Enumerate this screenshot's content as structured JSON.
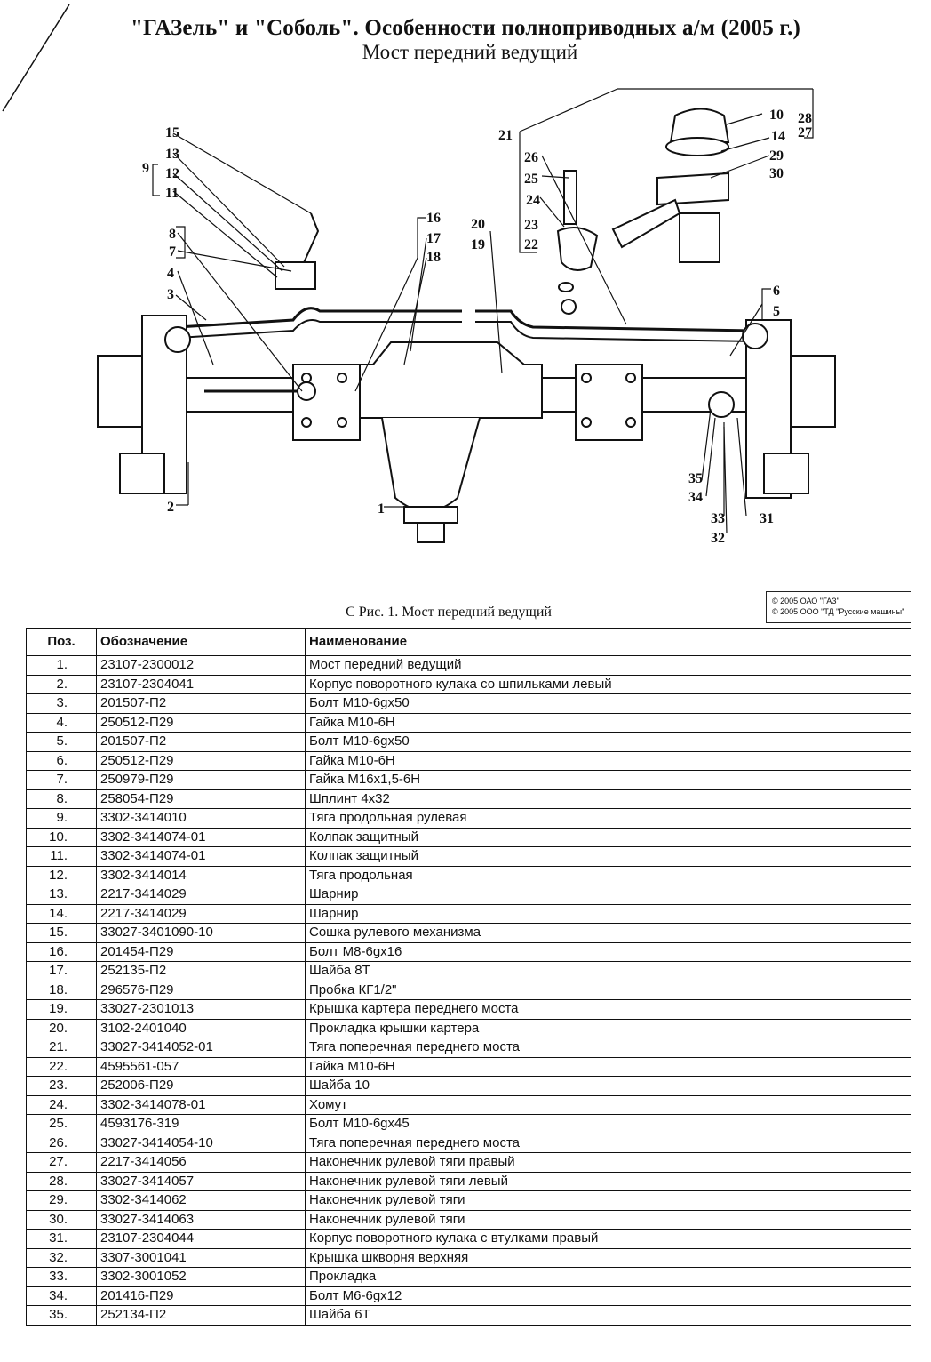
{
  "header": {
    "title": "\"ГАЗель\" и \"Соболь\". Особенности полноприводных а/м (2005 г.)",
    "subtitle": "Мост передний ведущий"
  },
  "diagram": {
    "callouts": [
      "1",
      "2",
      "3",
      "4",
      "5",
      "6",
      "7",
      "8",
      "9",
      "10",
      "11",
      "12",
      "13",
      "14",
      "15",
      "16",
      "17",
      "18",
      "19",
      "20",
      "21",
      "22",
      "23",
      "24",
      "25",
      "26",
      "27",
      "28",
      "29",
      "30",
      "31",
      "32",
      "33",
      "34",
      "35"
    ]
  },
  "caption": "С Рис. 1. Мост передний ведущий",
  "copyright": {
    "line1": "© 2005 ОАО \"ГАЗ\"",
    "line2": "© 2005 ООО \"ТД \"Русские машины\""
  },
  "table": {
    "headers": {
      "pos": "Поз.",
      "code": "Обозначение",
      "name": "Наименование"
    },
    "rows": [
      {
        "pos": "1.",
        "code": "23107-2300012",
        "name": "Мост передний ведущий"
      },
      {
        "pos": "2.",
        "code": "23107-2304041",
        "name": "Корпус поворотного кулака со шпильками левый"
      },
      {
        "pos": "3.",
        "code": "201507-П2",
        "name": "Болт М10-6gх50"
      },
      {
        "pos": "4.",
        "code": "250512-П29",
        "name": "Гайка М10-6Н"
      },
      {
        "pos": "5.",
        "code": "201507-П2",
        "name": "Болт М10-6gх50"
      },
      {
        "pos": "6.",
        "code": "250512-П29",
        "name": "Гайка М10-6Н"
      },
      {
        "pos": "7.",
        "code": "250979-П29",
        "name": "Гайка М16х1,5-6Н"
      },
      {
        "pos": "8.",
        "code": "258054-П29",
        "name": "Шплинт 4х32"
      },
      {
        "pos": "9.",
        "code": "3302-3414010",
        "name": "Тяга продольная рулевая"
      },
      {
        "pos": "10.",
        "code": "3302-3414074-01",
        "name": "Колпак защитный"
      },
      {
        "pos": "11.",
        "code": "3302-3414074-01",
        "name": "Колпак защитный"
      },
      {
        "pos": "12.",
        "code": "3302-3414014",
        "name": "Тяга продольная"
      },
      {
        "pos": "13.",
        "code": "2217-3414029",
        "name": "Шарнир"
      },
      {
        "pos": "14.",
        "code": "2217-3414029",
        "name": "Шарнир"
      },
      {
        "pos": "15.",
        "code": "33027-3401090-10",
        "name": "Сошка рулевого механизма"
      },
      {
        "pos": "16.",
        "code": "201454-П29",
        "name": "Болт М8-6gх16"
      },
      {
        "pos": "17.",
        "code": "252135-П2",
        "name": "Шайба 8Т"
      },
      {
        "pos": "18.",
        "code": "296576-П29",
        "name": "Пробка КГ1/2\""
      },
      {
        "pos": "19.",
        "code": "33027-2301013",
        "name": "Крышка картера переднего моста"
      },
      {
        "pos": "20.",
        "code": "3102-2401040",
        "name": "Прокладка крышки картера"
      },
      {
        "pos": "21.",
        "code": "33027-3414052-01",
        "name": "Тяга поперечная переднего моста"
      },
      {
        "pos": "22.",
        "code": "4595561-057",
        "name": "Гайка М10-6Н"
      },
      {
        "pos": "23.",
        "code": "252006-П29",
        "name": "Шайба 10"
      },
      {
        "pos": "24.",
        "code": "3302-3414078-01",
        "name": "Хомут"
      },
      {
        "pos": "25.",
        "code": "4593176-319",
        "name": "Болт М10-6gх45"
      },
      {
        "pos": "26.",
        "code": "33027-3414054-10",
        "name": "Тяга поперечная переднего моста"
      },
      {
        "pos": "27.",
        "code": "2217-3414056",
        "name": "Наконечник рулевой тяги правый"
      },
      {
        "pos": "28.",
        "code": "33027-3414057",
        "name": "Наконечник рулевой тяги левый"
      },
      {
        "pos": "29.",
        "code": "3302-3414062",
        "name": "Наконечник рулевой тяги"
      },
      {
        "pos": "30.",
        "code": "33027-3414063",
        "name": "Наконечник рулевой тяги"
      },
      {
        "pos": "31.",
        "code": "23107-2304044",
        "name": "Корпус поворотного кулака с втулками правый"
      },
      {
        "pos": "32.",
        "code": "3307-3001041",
        "name": "Крышка шкворня верхняя"
      },
      {
        "pos": "33.",
        "code": "3302-3001052",
        "name": "Прокладка"
      },
      {
        "pos": "34.",
        "code": "201416-П29",
        "name": "Болт М6-6gх12"
      },
      {
        "pos": "35.",
        "code": "252134-П2",
        "name": "Шайба 6Т"
      }
    ]
  }
}
